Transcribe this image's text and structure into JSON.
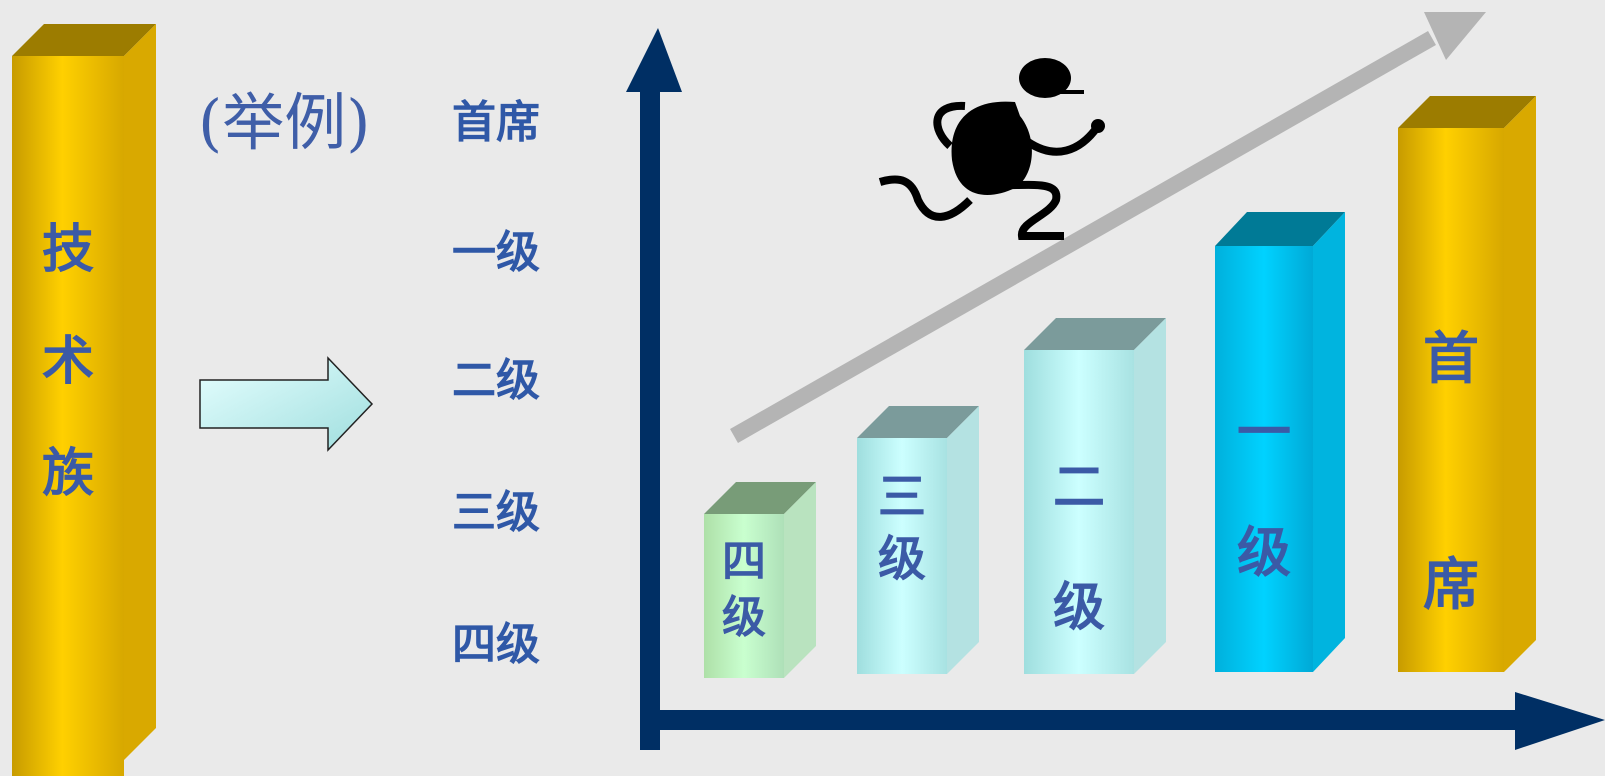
{
  "left_column": {
    "chars": [
      "技",
      "术",
      "族"
    ]
  },
  "example_label": "(举例)",
  "levels": [
    "首席",
    "一级",
    "二级",
    "三级",
    "四级"
  ],
  "bars": [
    {
      "chars": [
        "四",
        "级"
      ],
      "level": "四级"
    },
    {
      "chars": [
        "三",
        "级"
      ],
      "level": "三级"
    },
    {
      "chars": [
        "二",
        "级"
      ],
      "level": "二级"
    },
    {
      "chars": [
        "一",
        "级"
      ],
      "level": "一级"
    },
    {
      "chars": [
        "首",
        "席"
      ],
      "level": "首席"
    }
  ],
  "colors": {
    "gold": "#f5c400",
    "axis": "#002f64",
    "text": "#2f58a7",
    "trend_arrow": "#b4b4b4"
  }
}
